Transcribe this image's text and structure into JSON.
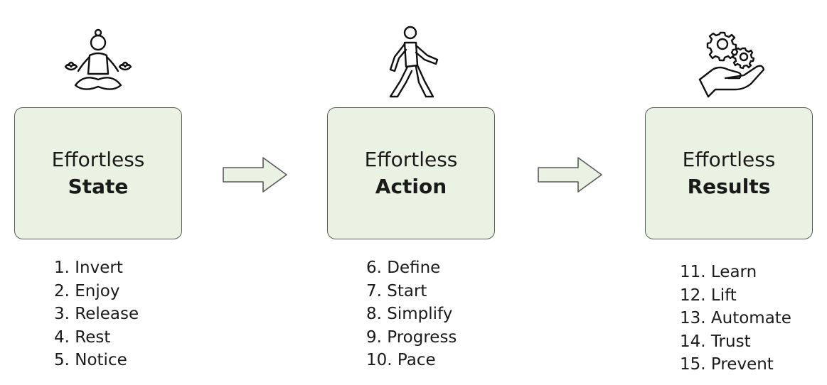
{
  "stages": [
    {
      "title": "Effortless",
      "emphasis": "State",
      "icon": "meditation-icon",
      "steps": [
        "1. Invert",
        "2. Enjoy",
        "3. Release",
        "4. Rest",
        "5. Notice"
      ]
    },
    {
      "title": "Effortless",
      "emphasis": "Action",
      "icon": "walking-person-icon",
      "steps": [
        "6. Define",
        "7. Start",
        "8. Simplify",
        "9. Progress",
        "10. Pace"
      ]
    },
    {
      "title": "Effortless",
      "emphasis": "Results",
      "icon": "hand-gears-icon",
      "steps": [
        "11. Learn",
        "12. Lift",
        "13. Automate",
        "14. Trust",
        "15. Prevent"
      ]
    }
  ],
  "colors": {
    "box_fill": "#eaf3e3",
    "box_border": "#5a5a5a",
    "text": "#1a1a1a"
  }
}
